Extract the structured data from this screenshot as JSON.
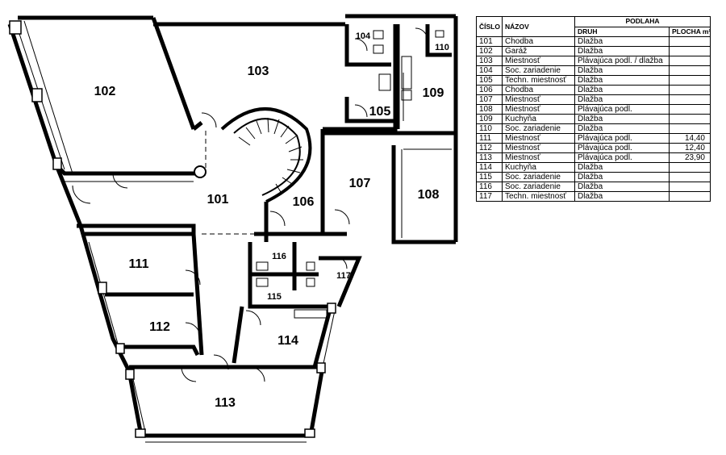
{
  "rooms": [
    {
      "id": "101"
    },
    {
      "id": "102"
    },
    {
      "id": "103"
    },
    {
      "id": "104"
    },
    {
      "id": "105"
    },
    {
      "id": "106"
    },
    {
      "id": "107"
    },
    {
      "id": "108"
    },
    {
      "id": "109"
    },
    {
      "id": "110"
    },
    {
      "id": "111"
    },
    {
      "id": "112"
    },
    {
      "id": "113"
    },
    {
      "id": "114"
    },
    {
      "id": "115"
    },
    {
      "id": "116"
    },
    {
      "id": "117"
    }
  ],
  "legend": {
    "header": {
      "cislo": "ČÍSLO",
      "nazov": "NÁZOV",
      "podlaha": "PODLAHA",
      "druh": "DRUH",
      "plocha": "PLOCHA m²"
    },
    "rows": [
      {
        "cislo": "101",
        "nazov": "Chodba",
        "druh": "Dlažba",
        "plocha": ""
      },
      {
        "cislo": "102",
        "nazov": "Garáž",
        "druh": "Dlažba",
        "plocha": ""
      },
      {
        "cislo": "103",
        "nazov": "Miestnosť",
        "druh": "Plávajúca podl. / dlažba",
        "plocha": ""
      },
      {
        "cislo": "104",
        "nazov": "Soc. zariadenie",
        "druh": "Dlažba",
        "plocha": ""
      },
      {
        "cislo": "105",
        "nazov": "Techn. miestnosť",
        "druh": "Dlažba",
        "plocha": ""
      },
      {
        "cislo": "106",
        "nazov": "Chodba",
        "druh": "Dlažba",
        "plocha": ""
      },
      {
        "cislo": "107",
        "nazov": "Miestnosť",
        "druh": "Dlažba",
        "plocha": ""
      },
      {
        "cislo": "108",
        "nazov": "Miestnosť",
        "druh": "Plávajúca podl.",
        "plocha": ""
      },
      {
        "cislo": "109",
        "nazov": "Kuchyňa",
        "druh": "Dlažba",
        "plocha": ""
      },
      {
        "cislo": "110",
        "nazov": "Soc. zariadenie",
        "druh": "Dlažba",
        "plocha": ""
      },
      {
        "cislo": "111",
        "nazov": "Miestnosť",
        "druh": "Plávajúca podl.",
        "plocha": "14,40"
      },
      {
        "cislo": "112",
        "nazov": "Miestnosť",
        "druh": "Plávajúca podl.",
        "plocha": "12,40"
      },
      {
        "cislo": "113",
        "nazov": "Miestnosť",
        "druh": "Plávajúca podl.",
        "plocha": "23,90"
      },
      {
        "cislo": "114",
        "nazov": "Kuchyňa",
        "druh": "Dlažba",
        "plocha": ""
      },
      {
        "cislo": "115",
        "nazov": "Soc. zariadenie",
        "druh": "Dlažba",
        "plocha": ""
      },
      {
        "cislo": "116",
        "nazov": "Soc. zariadenie",
        "druh": "Dlažba",
        "plocha": ""
      },
      {
        "cislo": "117",
        "nazov": "Techn. miestnosť",
        "druh": "Dlažba",
        "plocha": ""
      }
    ]
  }
}
